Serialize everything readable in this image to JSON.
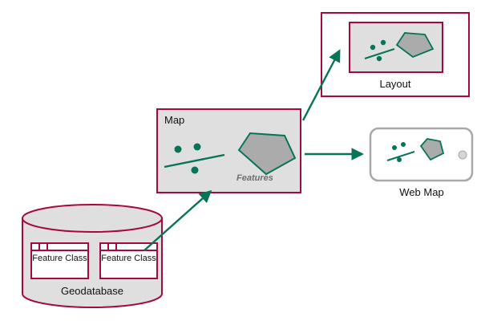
{
  "diagram": {
    "nodes": {
      "geodatabase": {
        "label": "Geodatabase",
        "shape": "cylinder",
        "feature_classes": [
          {
            "label": "Feature Class"
          },
          {
            "label": "Feature Class"
          }
        ]
      },
      "map": {
        "label": "Map",
        "caption": "Features",
        "contents": [
          "point features",
          "line feature",
          "polygon feature"
        ]
      },
      "layout": {
        "label": "Layout",
        "contents": [
          "map frame"
        ]
      },
      "web_map": {
        "label": "Web Map",
        "device": "tablet"
      }
    },
    "edges": [
      {
        "from": "Feature Class",
        "to": "Map"
      },
      {
        "from": "Map",
        "to": "Layout"
      },
      {
        "from": "Map",
        "to": "Web Map"
      }
    ],
    "colors": {
      "outline_red": "#A6093D",
      "arrow_green": "#077457",
      "feature_green": "#077457",
      "box_fill_gray": "#DFDFDF",
      "polygon_fill": "#ABABAB",
      "device_gray": "#A8A8A8",
      "caption_gray": "#6E6E6E"
    }
  }
}
